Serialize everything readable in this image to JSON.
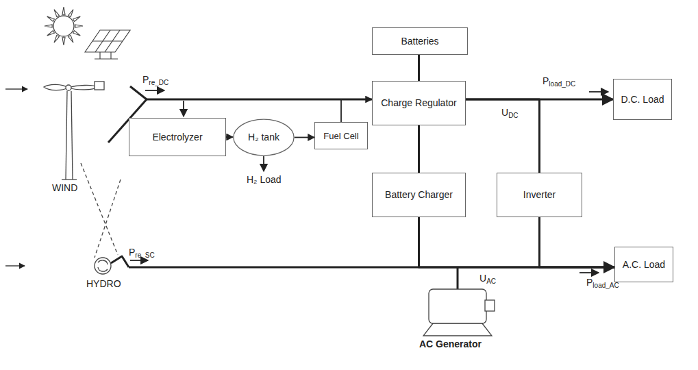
{
  "diagram": {
    "nodes": [
      {
        "text": [
          "Batteries"
        ]
      },
      {
        "text": [
          "Electrolyzer"
        ]
      },
      {
        "text": [
          "H₂ tank"
        ]
      },
      {
        "text": [
          "Fuel Cell"
        ]
      },
      {
        "text": [
          "Charge Regulator"
        ]
      },
      {
        "text": [
          "D.C. Load"
        ]
      },
      {
        "text": [
          "Battery Charger"
        ]
      },
      {
        "text": [
          "Inverter"
        ]
      },
      {
        "text": [
          "A.C. Load"
        ]
      }
    ],
    "edges": [
      {
        "from": 1,
        "to": 2,
        "arrow": "to"
      },
      {
        "from": 2,
        "to": 3,
        "arrow": "to"
      },
      {
        "from": 3,
        "to": 4,
        "arrow": "to"
      },
      {
        "from": 0,
        "to": 4,
        "arrow": "none"
      },
      {
        "from": 4,
        "to": 5,
        "arrow": "to"
      },
      {
        "from": 4,
        "to": 6,
        "arrow": "none"
      },
      {
        "from": 4,
        "to": 7,
        "arrow": "none"
      },
      {
        "from": 6,
        "to": 8,
        "arrow": "none"
      },
      {
        "from": 7,
        "to": 8,
        "arrow": "to"
      }
    ],
    "labels": [
      "Pre_DC",
      "H₂ Load",
      "WIND",
      "Pre_SC",
      "HYDRO",
      "Pload_DC",
      "UDC",
      "UAC",
      "Pload_AC",
      "AC Generator"
    ]
  }
}
